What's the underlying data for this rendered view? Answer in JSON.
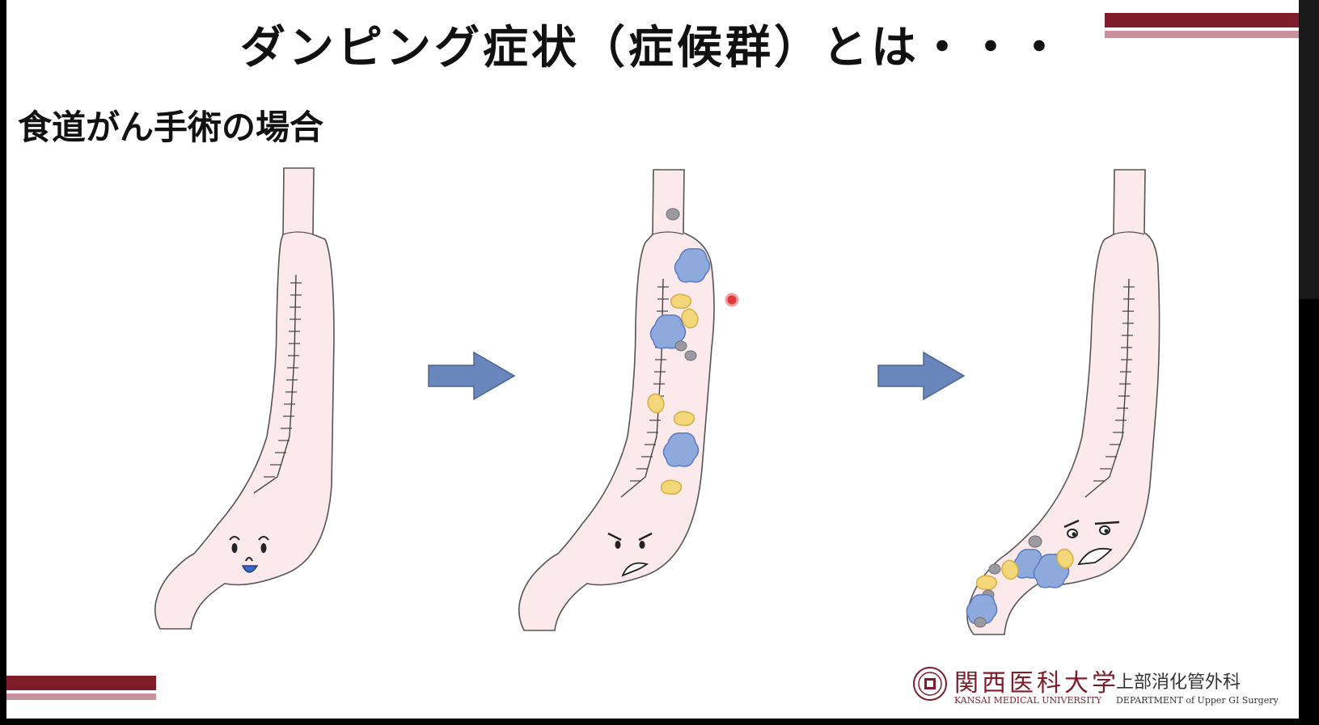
{
  "slide": {
    "title": "ダンピング症状（症候群）とは・・・",
    "subtitle": "食道がん手術の場合"
  },
  "logo": {
    "name_jp": "関西医科大学",
    "dept_jp": "上部消化管外科",
    "name_en": "KANSAI MEDICAL UNIVERSITY",
    "dept_en": "DEPARTMENT of Upper GI Surgery",
    "seal_icon": "university-seal-icon"
  },
  "colors": {
    "accent_dark": "#7f1c2a",
    "accent_light": "#c8909a",
    "arrow": "#6a87bb",
    "organ_fill": "#fbe9ec",
    "food_blue": "#8ea9dc",
    "food_yellow": "#f4d77a",
    "food_gray": "#9a9aa0"
  },
  "figure": {
    "stages": [
      "normal-stomach-icon",
      "food-passing-stomach-icon",
      "food-dumped-stomach-icon"
    ],
    "arrows": [
      "right-arrow-icon",
      "right-arrow-icon"
    ]
  }
}
